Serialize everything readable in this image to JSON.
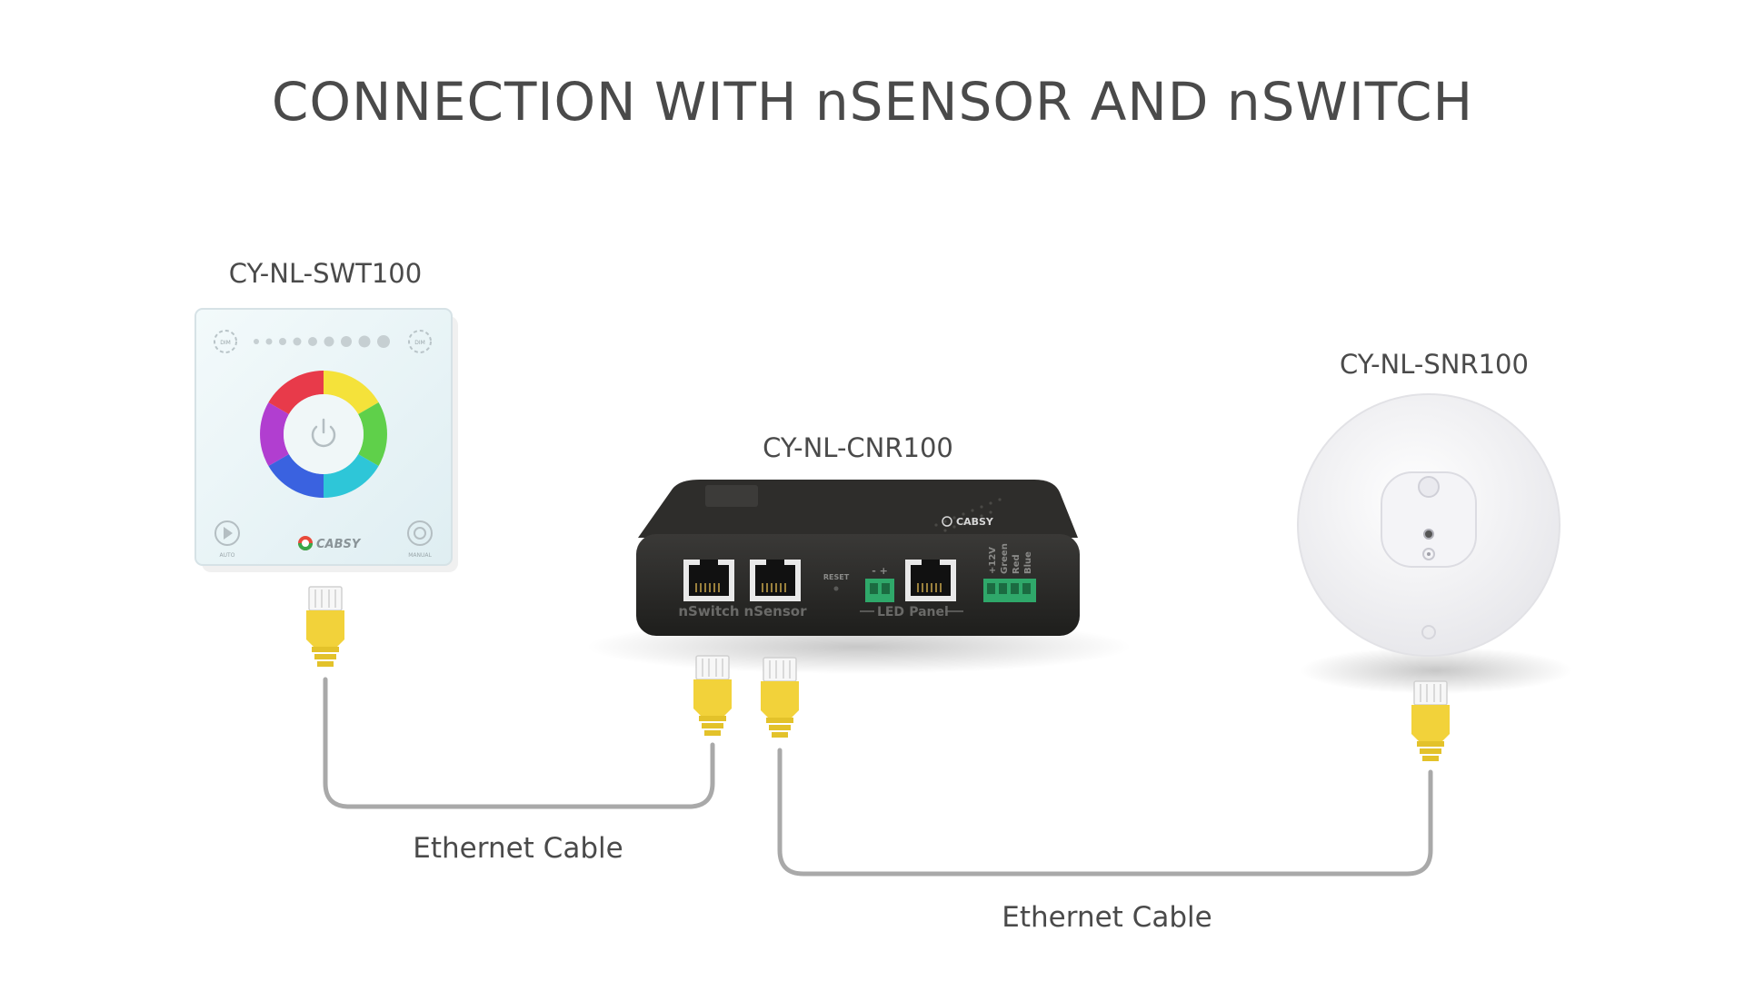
{
  "title": "CONNECTION WITH nSENSOR AND nSWITCH",
  "devices": {
    "switch_panel": {
      "model": "CY-NL-SWT100",
      "brand": "CABSY",
      "small_labels": {
        "top_left": "DIM",
        "top_right": "DIM",
        "bottom_left": "AUTO",
        "bottom_right": "MANUAL"
      }
    },
    "controller": {
      "model": "CY-NL-CNR100",
      "brand": "CABSY",
      "ports": {
        "nswitch": "nSwitch",
        "nsensor": "nSensor",
        "reset": "RESET",
        "led": "LED",
        "panel": "Panel",
        "terminal_minus_plus": "- +",
        "rgb": [
          "+12V",
          "Green",
          "Red",
          "Blue"
        ]
      }
    },
    "sensor": {
      "model": "CY-NL-SNR100"
    }
  },
  "cables": [
    {
      "label": "Ethernet Cable",
      "from": "CY-NL-SWT100",
      "to": "nSwitch"
    },
    {
      "label": "Ethernet Cable",
      "from": "nSensor",
      "to": "CY-NL-SNR100"
    }
  ],
  "colors": {
    "title_text": "#4a4a4a",
    "connector_yellow": "#f2d23a",
    "cable_gray": "#a9a9a9",
    "controller_body": "#262624",
    "terminal_green": "#2fa86a"
  }
}
